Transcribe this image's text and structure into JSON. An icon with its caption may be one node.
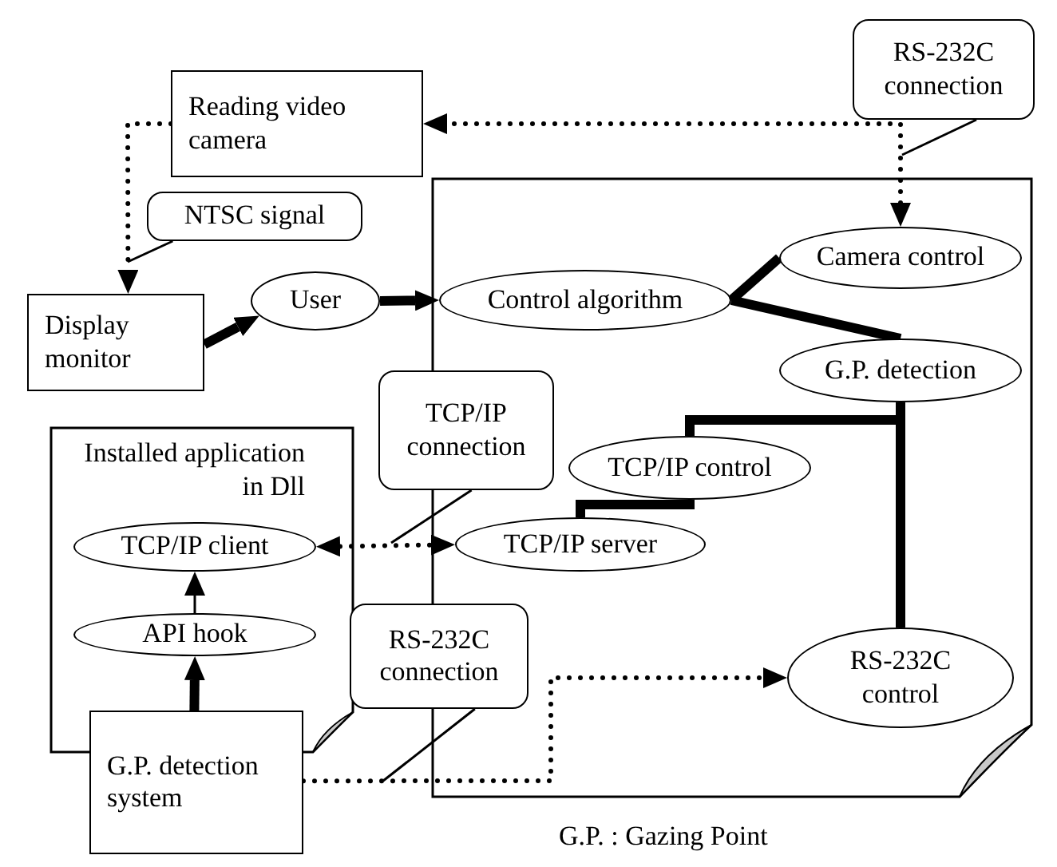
{
  "diagram": {
    "nodes": [
      {
        "text": [
          "RS-232C connection"
        ]
      },
      {
        "text": [
          "Reading video camera"
        ]
      },
      {
        "text": [
          "NTSC signal"
        ]
      },
      {
        "text": [
          "Display monitor"
        ]
      },
      {
        "text": [
          "User"
        ]
      },
      {
        "text": [],
        "shape": "box"
      },
      {
        "text": [
          "Control algorithm"
        ],
        "in": 5
      },
      {
        "text": [
          "Camera control"
        ],
        "in": 5
      },
      {
        "text": [
          "G.P. detection"
        ],
        "in": 5
      },
      {
        "text": [
          "TCP/IP connection"
        ]
      },
      {
        "text": [
          "Installed application in Dll"
        ]
      },
      {
        "text": [
          "TCP/IP client"
        ],
        "in": 10
      },
      {
        "text": [
          "TCP/IP control"
        ],
        "in": 5
      },
      {
        "text": [
          "TCP/IP server"
        ],
        "in": 5
      },
      {
        "text": [
          "API hook"
        ],
        "in": 10
      },
      {
        "text": [
          "RS-232C connection"
        ]
      },
      {
        "text": [
          "RS-232C control"
        ],
        "in": 5
      },
      {
        "text": [
          "G.P. detection system"
        ]
      }
    ],
    "edges": [
      {
        "from": 7,
        "to": 1,
        "arrow": "both",
        "style": "dashed"
      },
      {
        "from": 0,
        "to": null,
        "arrow": "none"
      },
      {
        "from": 1,
        "to": 3,
        "arrow": "to",
        "style": "dashed"
      },
      {
        "from": 2,
        "to": null,
        "arrow": "none"
      },
      {
        "from": 3,
        "to": 4,
        "arrow": "to",
        "style": "thick"
      },
      {
        "from": 4,
        "to": 6,
        "arrow": "to",
        "style": "thick"
      },
      {
        "from": 6,
        "to": 7,
        "arrow": "none",
        "style": "thick"
      },
      {
        "from": 6,
        "to": 8,
        "arrow": "none",
        "style": "thick"
      },
      {
        "from": 8,
        "to": 12,
        "arrow": "none",
        "style": "thick"
      },
      {
        "from": 8,
        "to": 16,
        "arrow": "none",
        "style": "thick"
      },
      {
        "from": 12,
        "to": 13,
        "arrow": "none",
        "style": "thick"
      },
      {
        "from": 11,
        "to": 13,
        "arrow": "both",
        "style": "dashed"
      },
      {
        "from": 9,
        "to": null,
        "arrow": "none"
      },
      {
        "from": 14,
        "to": 11,
        "arrow": "to"
      },
      {
        "from": 17,
        "to": 14,
        "arrow": "to",
        "style": "thick"
      },
      {
        "from": 17,
        "to": 16,
        "arrow": "to",
        "style": "dashed"
      },
      {
        "from": 15,
        "to": null,
        "arrow": "none"
      }
    ],
    "labels": [
      "G.P. : Gazing Point"
    ]
  }
}
